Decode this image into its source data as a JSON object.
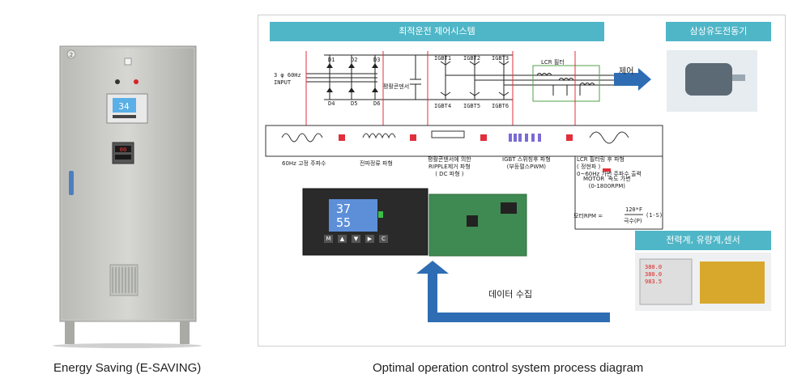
{
  "left_caption": "Energy Saving (E-SAVING)",
  "right_caption": "Optimal operation control system process diagram",
  "cabinet": {
    "badge": "2",
    "lcd_value": "34",
    "meter_value": "00"
  },
  "diagram": {
    "main_title": "최적운전 제어시스템",
    "motor_title": "삼상유도전동기",
    "sensor_title": "전력계, 유량계,센서",
    "input_label": "3 φ 60Hz\nINPUT",
    "diode_labels": [
      "D1",
      "D2",
      "D3",
      "D4",
      "D5",
      "D6"
    ],
    "igbt_labels": [
      "IGBT1",
      "IGBT2",
      "IGBT3",
      "IGBT4",
      "IGBT5",
      "IGBT6"
    ],
    "smoothing_label": "평활콘덴서",
    "lcr_label": "LCR 필터",
    "control_arrow_label": "제어",
    "stages": [
      {
        "text": "60Hz 고정 주파수"
      },
      {
        "text": "전파정류 파형"
      },
      {
        "text": "평활콘덴서에 의한\nRIPPLE제거 파형\n( DC 파형 )"
      },
      {
        "text": "IGBT 스위칭후 파형\n(부등펄스PWM)"
      },
      {
        "text": "LCR 필터링 후 파형\n( 정현파 )\n0~60Hz 가변 주파수 출력"
      }
    ],
    "motor_speed_label": "MOTOR  속도 가변\n(0-1800RPM)",
    "rpm_formula_left": "모터RPM =",
    "rpm_formula_num": "120*F",
    "rpm_formula_den": "극수(P)",
    "rpm_formula_right": "(1-S)",
    "controller_display": {
      "top": "37",
      "bottom": "55"
    },
    "controller_buttons": [
      "M",
      "▲",
      "▼",
      "▶",
      "C"
    ],
    "data_collect_label": "데이터 수집",
    "meter_readings": [
      "380.0",
      "380.0",
      "983.5"
    ]
  },
  "colors": {
    "accent": "#4fb6c7",
    "arrow_blue": "#2e6db3",
    "wire_red": "#e0303c",
    "lcr_green": "#52a04a"
  }
}
